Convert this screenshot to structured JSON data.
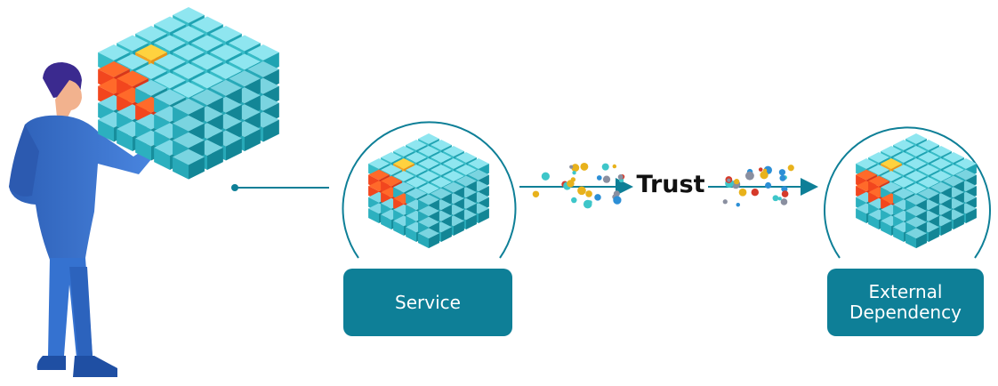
{
  "nodes": {
    "service": {
      "label": "Service"
    },
    "external_dependency": {
      "label": "External\nDependency"
    }
  },
  "edge": {
    "label": "Trust"
  },
  "icons": {
    "person": "person-pointing-icon",
    "cube": "cube-grid-icon",
    "particles": "data-particles-icon"
  },
  "colors": {
    "accent": "#0e7f97",
    "cube_face": "#3ec6c9",
    "cube_highlight": "#f47a1f",
    "suit": "#3a6fc8"
  }
}
